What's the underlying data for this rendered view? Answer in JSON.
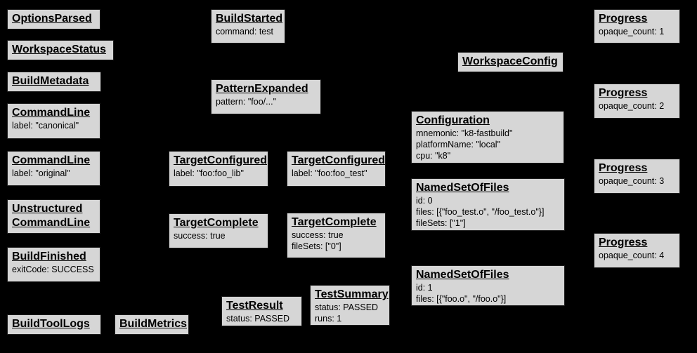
{
  "diagram": {
    "background_color": "#000000",
    "node_fill_color": "#d6d6d6",
    "node_border_color": "#1c1c1c",
    "node_text_color": "#000000"
  },
  "nodes": [
    {
      "title": "OptionsParsed",
      "lines": []
    },
    {
      "title": "WorkspaceStatus",
      "lines": []
    },
    {
      "title": "BuildMetadata",
      "lines": []
    },
    {
      "title": "CommandLine",
      "lines": [
        "label: \"canonical\""
      ]
    },
    {
      "title": "CommandLine",
      "lines": [
        "label: \"original\""
      ]
    },
    {
      "title": "Unstructured",
      "title2": "CommandLine",
      "lines": []
    },
    {
      "title": "BuildFinished",
      "lines": [
        "exitCode: SUCCESS"
      ]
    },
    {
      "title": "BuildToolLogs",
      "lines": []
    },
    {
      "title": "BuildMetrics",
      "lines": []
    },
    {
      "title": "BuildStarted",
      "lines": [
        "command: test"
      ]
    },
    {
      "title": "PatternExpanded",
      "lines": [
        "pattern: \"foo/...\""
      ]
    },
    {
      "title": "TargetConfigured",
      "lines": [
        "label: \"foo:foo_lib\""
      ]
    },
    {
      "title": "TargetConfigured",
      "lines": [
        "label: \"foo:foo_test\""
      ]
    },
    {
      "title": "TargetComplete",
      "lines": [
        "success: true"
      ]
    },
    {
      "title": "TargetComplete",
      "lines": [
        "success: true",
        "fileSets: [\"0\"]"
      ]
    },
    {
      "title": "TestResult",
      "lines": [
        "status: PASSED"
      ]
    },
    {
      "title": "TestSummary",
      "lines": [
        "status: PASSED",
        "runs: 1"
      ]
    },
    {
      "title": "WorkspaceConfig",
      "lines": []
    },
    {
      "title": "Configuration",
      "lines": [
        "mnemonic: \"k8-fastbuild\"",
        "platformName: \"local\"",
        "cpu: \"k8\""
      ]
    },
    {
      "title": "NamedSetOfFiles",
      "lines": [
        "id: 0",
        "files: [{\"foo_test.o\", \"/foo_test.o\"}]",
        "fileSets: [\"1\"]"
      ]
    },
    {
      "title": "NamedSetOfFiles",
      "lines": [
        "id: 1",
        "files: [{\"foo.o\", \"/foo.o\"}]"
      ]
    },
    {
      "title": "Progress",
      "lines": [
        "opaque_count: 1"
      ]
    },
    {
      "title": "Progress",
      "lines": [
        "opaque_count: 2"
      ]
    },
    {
      "title": "Progress",
      "lines": [
        "opaque_count: 3"
      ]
    },
    {
      "title": "Progress",
      "lines": [
        "opaque_count: 4"
      ]
    }
  ]
}
